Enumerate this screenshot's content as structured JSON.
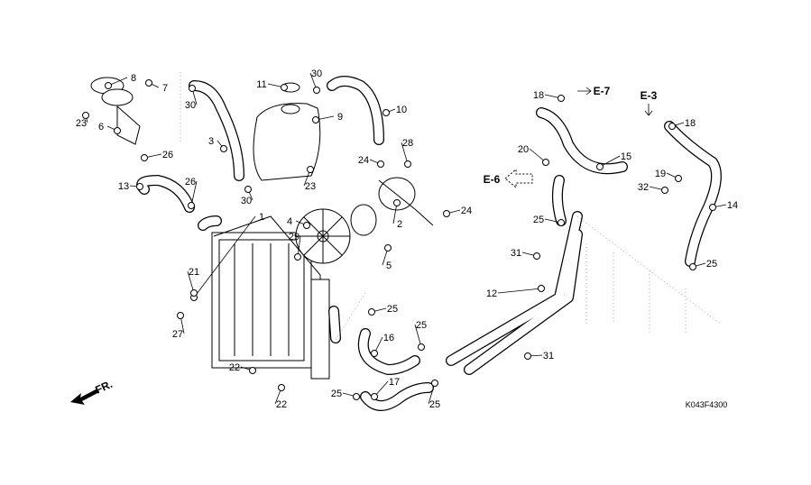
{
  "diagram": {
    "callouts": [
      "8",
      "7",
      "23",
      "6",
      "26",
      "30",
      "3",
      "13",
      "26",
      "11",
      "30",
      "9",
      "10",
      "23",
      "30",
      "1",
      "24",
      "28",
      "2",
      "24",
      "4",
      "29",
      "5",
      "21",
      "27",
      "25",
      "16",
      "22",
      "22",
      "25",
      "17",
      "25",
      "25",
      "18",
      "20",
      "15",
      "25",
      "31",
      "12",
      "31",
      "18",
      "19",
      "32",
      "14",
      "25"
    ],
    "references": [
      "E-7",
      "E-6",
      "E-3"
    ],
    "direction_label": "FR.",
    "drawing_code": "K043F4300"
  }
}
